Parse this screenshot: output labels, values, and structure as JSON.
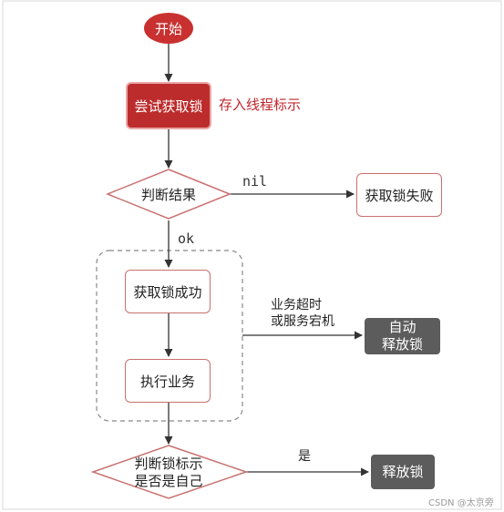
{
  "nodes": {
    "start": "开始",
    "try_lock": "尝试获取锁",
    "judge_result": "判断结果",
    "lock_fail": "获取锁失败",
    "lock_success": "获取锁成功",
    "execute": "执行业务",
    "auto_release_line1": "自动",
    "auto_release_line2": "释放锁",
    "judge_owner_line1": "判断锁标示",
    "judge_owner_line2": "是否是自己",
    "release": "释放锁"
  },
  "labels": {
    "store_thread_id": "存入线程标示",
    "nil": "nil",
    "ok": "ok",
    "timeout_line1": "业务超时",
    "timeout_line2": "或服务宕机",
    "yes": "是"
  },
  "watermark": "CSDN @太京旁",
  "colors": {
    "accent_red": "#bd2c2c",
    "label_red": "#c0272d",
    "box_border": "#c9706f",
    "gray_box": "#5c5c5c"
  }
}
